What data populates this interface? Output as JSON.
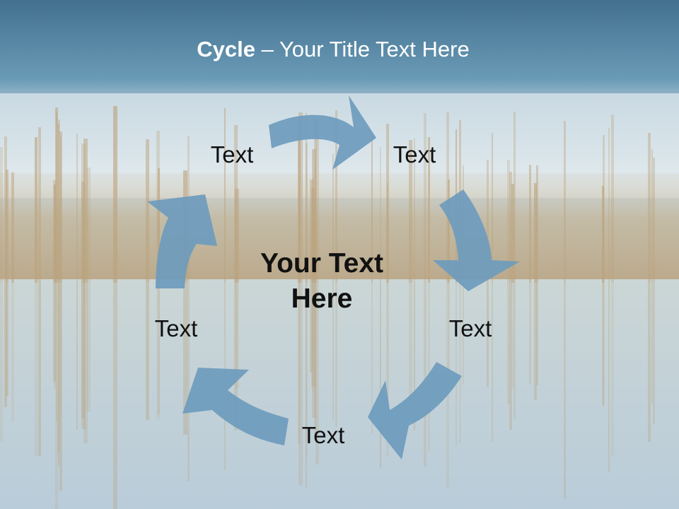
{
  "slide": {
    "title_bold": "Cycle",
    "title_rest": " – Your Title Text Here",
    "center_line1": "Your Text",
    "center_line2": "Here"
  },
  "cycle_nodes": [
    "Text",
    "Text",
    "Text",
    "Text",
    "Text"
  ],
  "colors": {
    "header_top": "#4a7a98",
    "header_bottom": "#6a9bb6",
    "sky": "#dfe8ec",
    "water": "#c5d7e2",
    "reeds": "#b8a68a",
    "arrow": "#6e9bbd"
  }
}
